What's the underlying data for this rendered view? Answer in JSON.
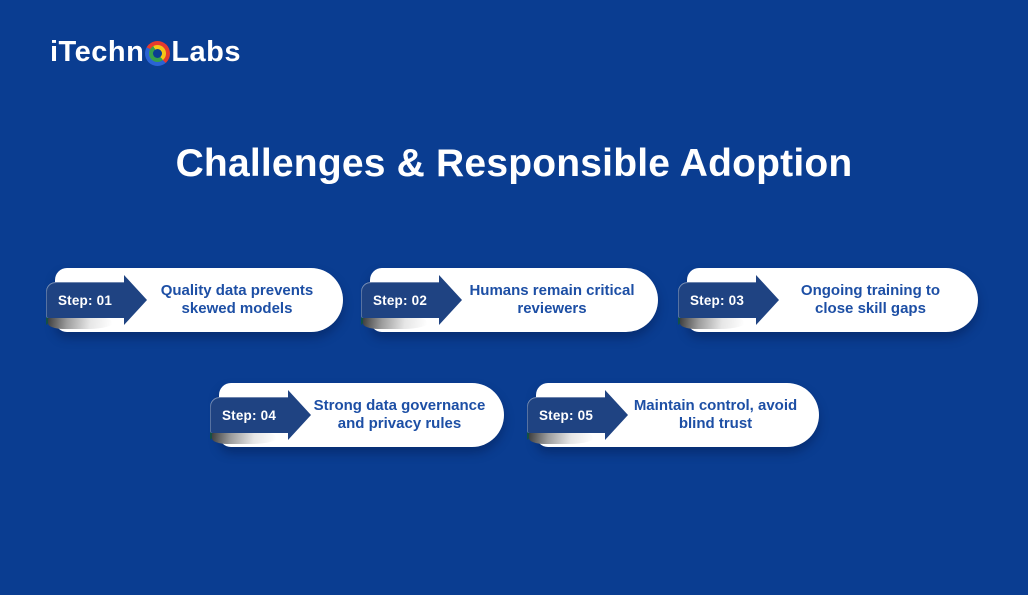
{
  "colors": {
    "background": "#0a3d91",
    "ribbon_navy": "#1f4382",
    "step_text_blue": "#1d4fa5",
    "title_white": "#ffffff",
    "card_white": "#ffffff",
    "logo_ring": {
      "red": "#e53a2e",
      "blue": "#2a63d4",
      "green": "#35a04b",
      "yellow": "#f3c516"
    }
  },
  "logo": {
    "prefix": "iTechn",
    "suffix": "Labs"
  },
  "title": "Challenges & Responsible Adoption",
  "steps": [
    {
      "step_label": "Step: 01",
      "line1": "Quality data prevents",
      "line2": "skewed models"
    },
    {
      "step_label": "Step: 02",
      "line1": "Humans remain critical",
      "line2": "reviewers"
    },
    {
      "step_label": "Step: 03",
      "line1": "Ongoing training to",
      "line2": "close skill gaps"
    },
    {
      "step_label": "Step: 04",
      "line1": "Strong data governance",
      "line2": "and privacy rules"
    },
    {
      "step_label": "Step: 05",
      "line1": "Maintain control, avoid",
      "line2": "blind trust"
    }
  ]
}
